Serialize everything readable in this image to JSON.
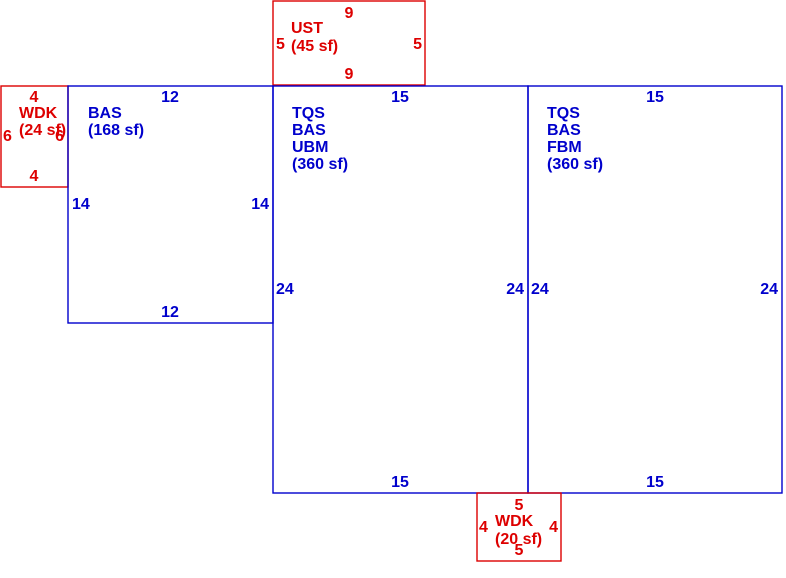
{
  "colors": {
    "main": "#0000cc",
    "addition": "#dd0000",
    "background": "#ffffff"
  },
  "areas": {
    "ust": {
      "line1": "UST",
      "line2": "(45 sf)",
      "top": "9",
      "bottom": "9",
      "left": "5",
      "right": "5"
    },
    "wdk_left": {
      "line1": "WDK",
      "line2": "(24 sf)",
      "top": "4",
      "bottom": "4",
      "left": "6",
      "right": "6"
    },
    "bas": {
      "line1": "BAS",
      "line2": "(168 sf)",
      "top": "12",
      "bottom": "12",
      "left": "14",
      "right": "14"
    },
    "ubm": {
      "line1": "TQS",
      "line2": "BAS",
      "line3": "UBM",
      "line4": "(360 sf)",
      "top": "15",
      "bottom": "15",
      "left": "24",
      "right": "24"
    },
    "fbm": {
      "line1": "TQS",
      "line2": "BAS",
      "line3": "FBM",
      "line4": "(360 sf)",
      "top": "15",
      "bottom": "15",
      "left": "24",
      "right": "24"
    },
    "wdk_bottom": {
      "line1": "WDK",
      "line2": "(20 sf)",
      "top": "5",
      "bottom": "5",
      "left": "4",
      "right": "4"
    }
  }
}
